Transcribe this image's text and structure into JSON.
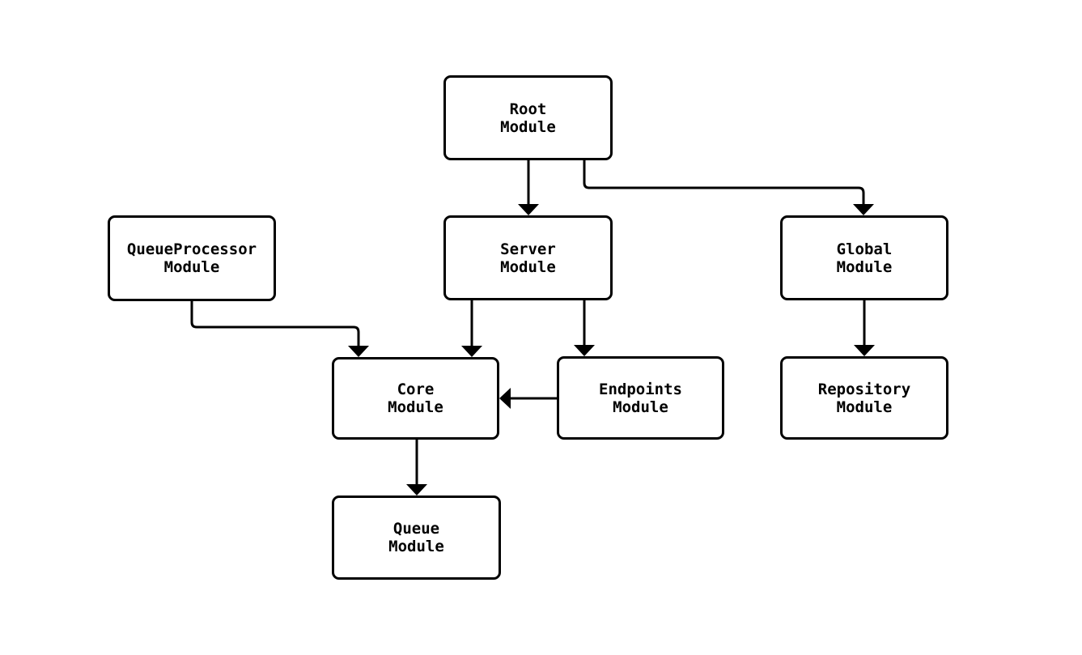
{
  "diagram": {
    "type": "flowchart",
    "direction": "top-down",
    "background_color": "#ffffff",
    "stroke_color": "#000000",
    "node_fill_color": "#ffffff",
    "node_text_color": "#000000",
    "nodes": {
      "root": {
        "line1": "Root",
        "line2": "Module"
      },
      "queue_processor": {
        "line1": "QueueProcessor",
        "line2": "Module"
      },
      "server": {
        "line1": "Server",
        "line2": "Module"
      },
      "global": {
        "line1": "Global",
        "line2": "Module"
      },
      "core": {
        "line1": "Core",
        "line2": "Module"
      },
      "endpoints": {
        "line1": "Endpoints",
        "line2": "Module"
      },
      "repository": {
        "line1": "Repository",
        "line2": "Module"
      },
      "queue": {
        "line1": "Queue",
        "line2": "Module"
      }
    },
    "edges": [
      {
        "from": "Root Module",
        "to": "Server Module"
      },
      {
        "from": "Root Module",
        "to": "Global Module"
      },
      {
        "from": "QueueProcessor Module",
        "to": "Core Module"
      },
      {
        "from": "Server Module",
        "to": "Core Module"
      },
      {
        "from": "Server Module",
        "to": "Endpoints Module"
      },
      {
        "from": "Endpoints Module",
        "to": "Core Module"
      },
      {
        "from": "Global Module",
        "to": "Repository Module"
      },
      {
        "from": "Core Module",
        "to": "Queue Module"
      }
    ]
  }
}
